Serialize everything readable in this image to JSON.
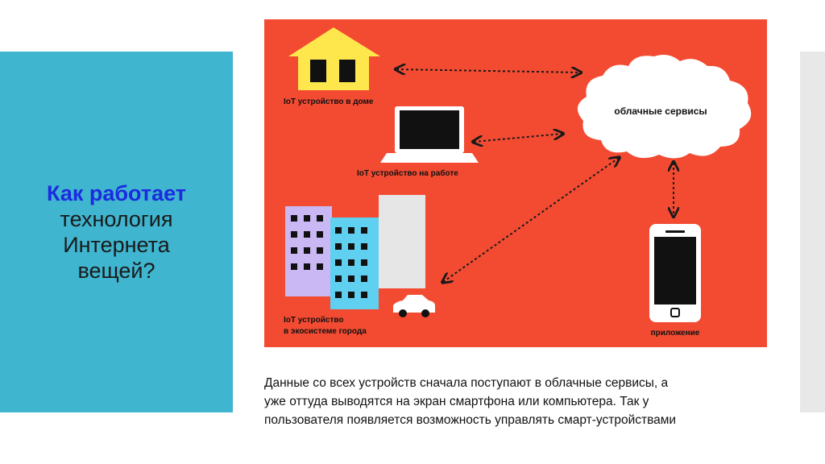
{
  "slide": {
    "title_line1": "Как работает",
    "title_rest": "технология\nИнтернета\nвещей?"
  },
  "diagram": {
    "cloud_label": "облачные сервисы",
    "home_label": "IoT устройство в доме",
    "work_label": "IoT устройство на работе",
    "city_label_1": "IoT устройство",
    "city_label_2": "в экосистеме города",
    "app_label": "приложение"
  },
  "caption": {
    "line1": "Данные со всех устройств сначала поступают в облачные сервисы, а",
    "line2": "уже оттуда выводятся на экран смартфона или компьютера. Так у",
    "line3": "пользователя появляется возможность управлять смарт-устройствами"
  },
  "colors": {
    "panel": "#3fb5cf",
    "title_accent": "#1c2be0",
    "diagram_bg": "#f24b32",
    "house": "#fde74c"
  }
}
